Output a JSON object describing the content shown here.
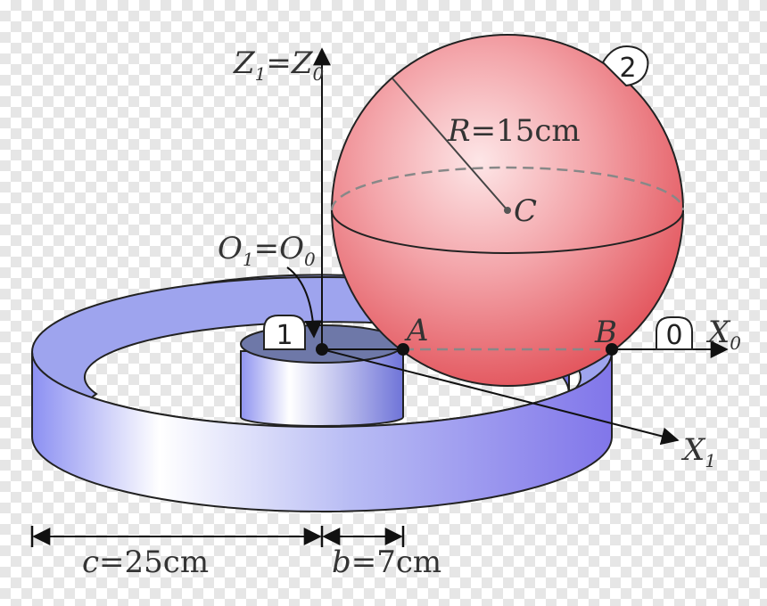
{
  "labels": {
    "z_axis": {
      "base1": "Z",
      "sub1": "1",
      "eq": "=",
      "base2": "Z",
      "sub2": "0"
    },
    "origin": {
      "base1": "O",
      "sub1": "1",
      "eq": "=",
      "base2": "O",
      "sub2": "0"
    },
    "x0_axis": {
      "base": "X",
      "sub": "0"
    },
    "x1_axis": {
      "base": "X",
      "sub": "1"
    },
    "point_a": "A",
    "point_b": "B",
    "point_c": "C",
    "radius": {
      "var": "R",
      "text": "=15cm"
    },
    "dim_c": {
      "var": "c",
      "text": "=25cm"
    },
    "dim_b": {
      "var": "b",
      "text": "=7cm"
    },
    "tag_0": "0",
    "tag_1": "1",
    "tag_2": "2"
  },
  "colors": {
    "sphere": "#e8545c",
    "ring": "#8a8ef0",
    "hub": "#6c76d8",
    "outline": "#222222",
    "text": "#333333"
  }
}
